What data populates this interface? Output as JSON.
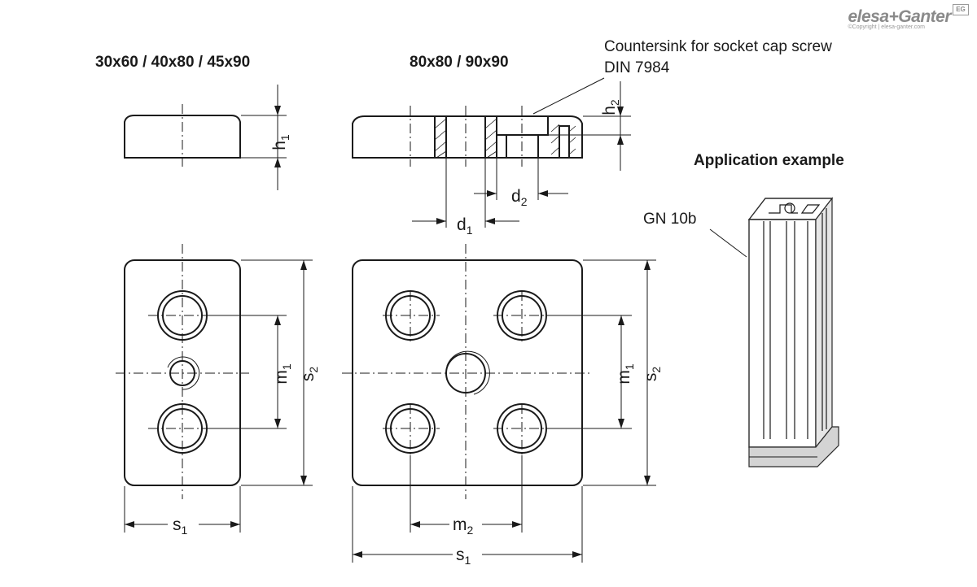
{
  "brand": {
    "logo_text": "elesa+Ganter",
    "copyright": "©Copyright | elesa-ganter.com",
    "badge": "EG"
  },
  "headings": {
    "left_sizes": "30x60 / 40x80 / 45x90",
    "right_sizes": "80x80 / 90x90",
    "application_example": "Application example"
  },
  "callouts": {
    "countersink_line1": "Countersink for socket cap screw",
    "countersink_line2": "DIN 7984",
    "profile_label": "GN 10b"
  },
  "dimensions": {
    "h1": {
      "base": "h",
      "sub": "1"
    },
    "h2": {
      "base": "h",
      "sub": "2"
    },
    "d1": {
      "base": "d",
      "sub": "1"
    },
    "d2": {
      "base": "d",
      "sub": "2"
    },
    "m1_left": {
      "base": "m",
      "sub": "1"
    },
    "s2_left": {
      "base": "s",
      "sub": "2"
    },
    "s1_left": {
      "base": "s",
      "sub": "1"
    },
    "m1_right": {
      "base": "m",
      "sub": "1"
    },
    "s2_right": {
      "base": "s",
      "sub": "2"
    },
    "m2": {
      "base": "m",
      "sub": "2"
    },
    "s1_right": {
      "base": "s",
      "sub": "1"
    }
  }
}
